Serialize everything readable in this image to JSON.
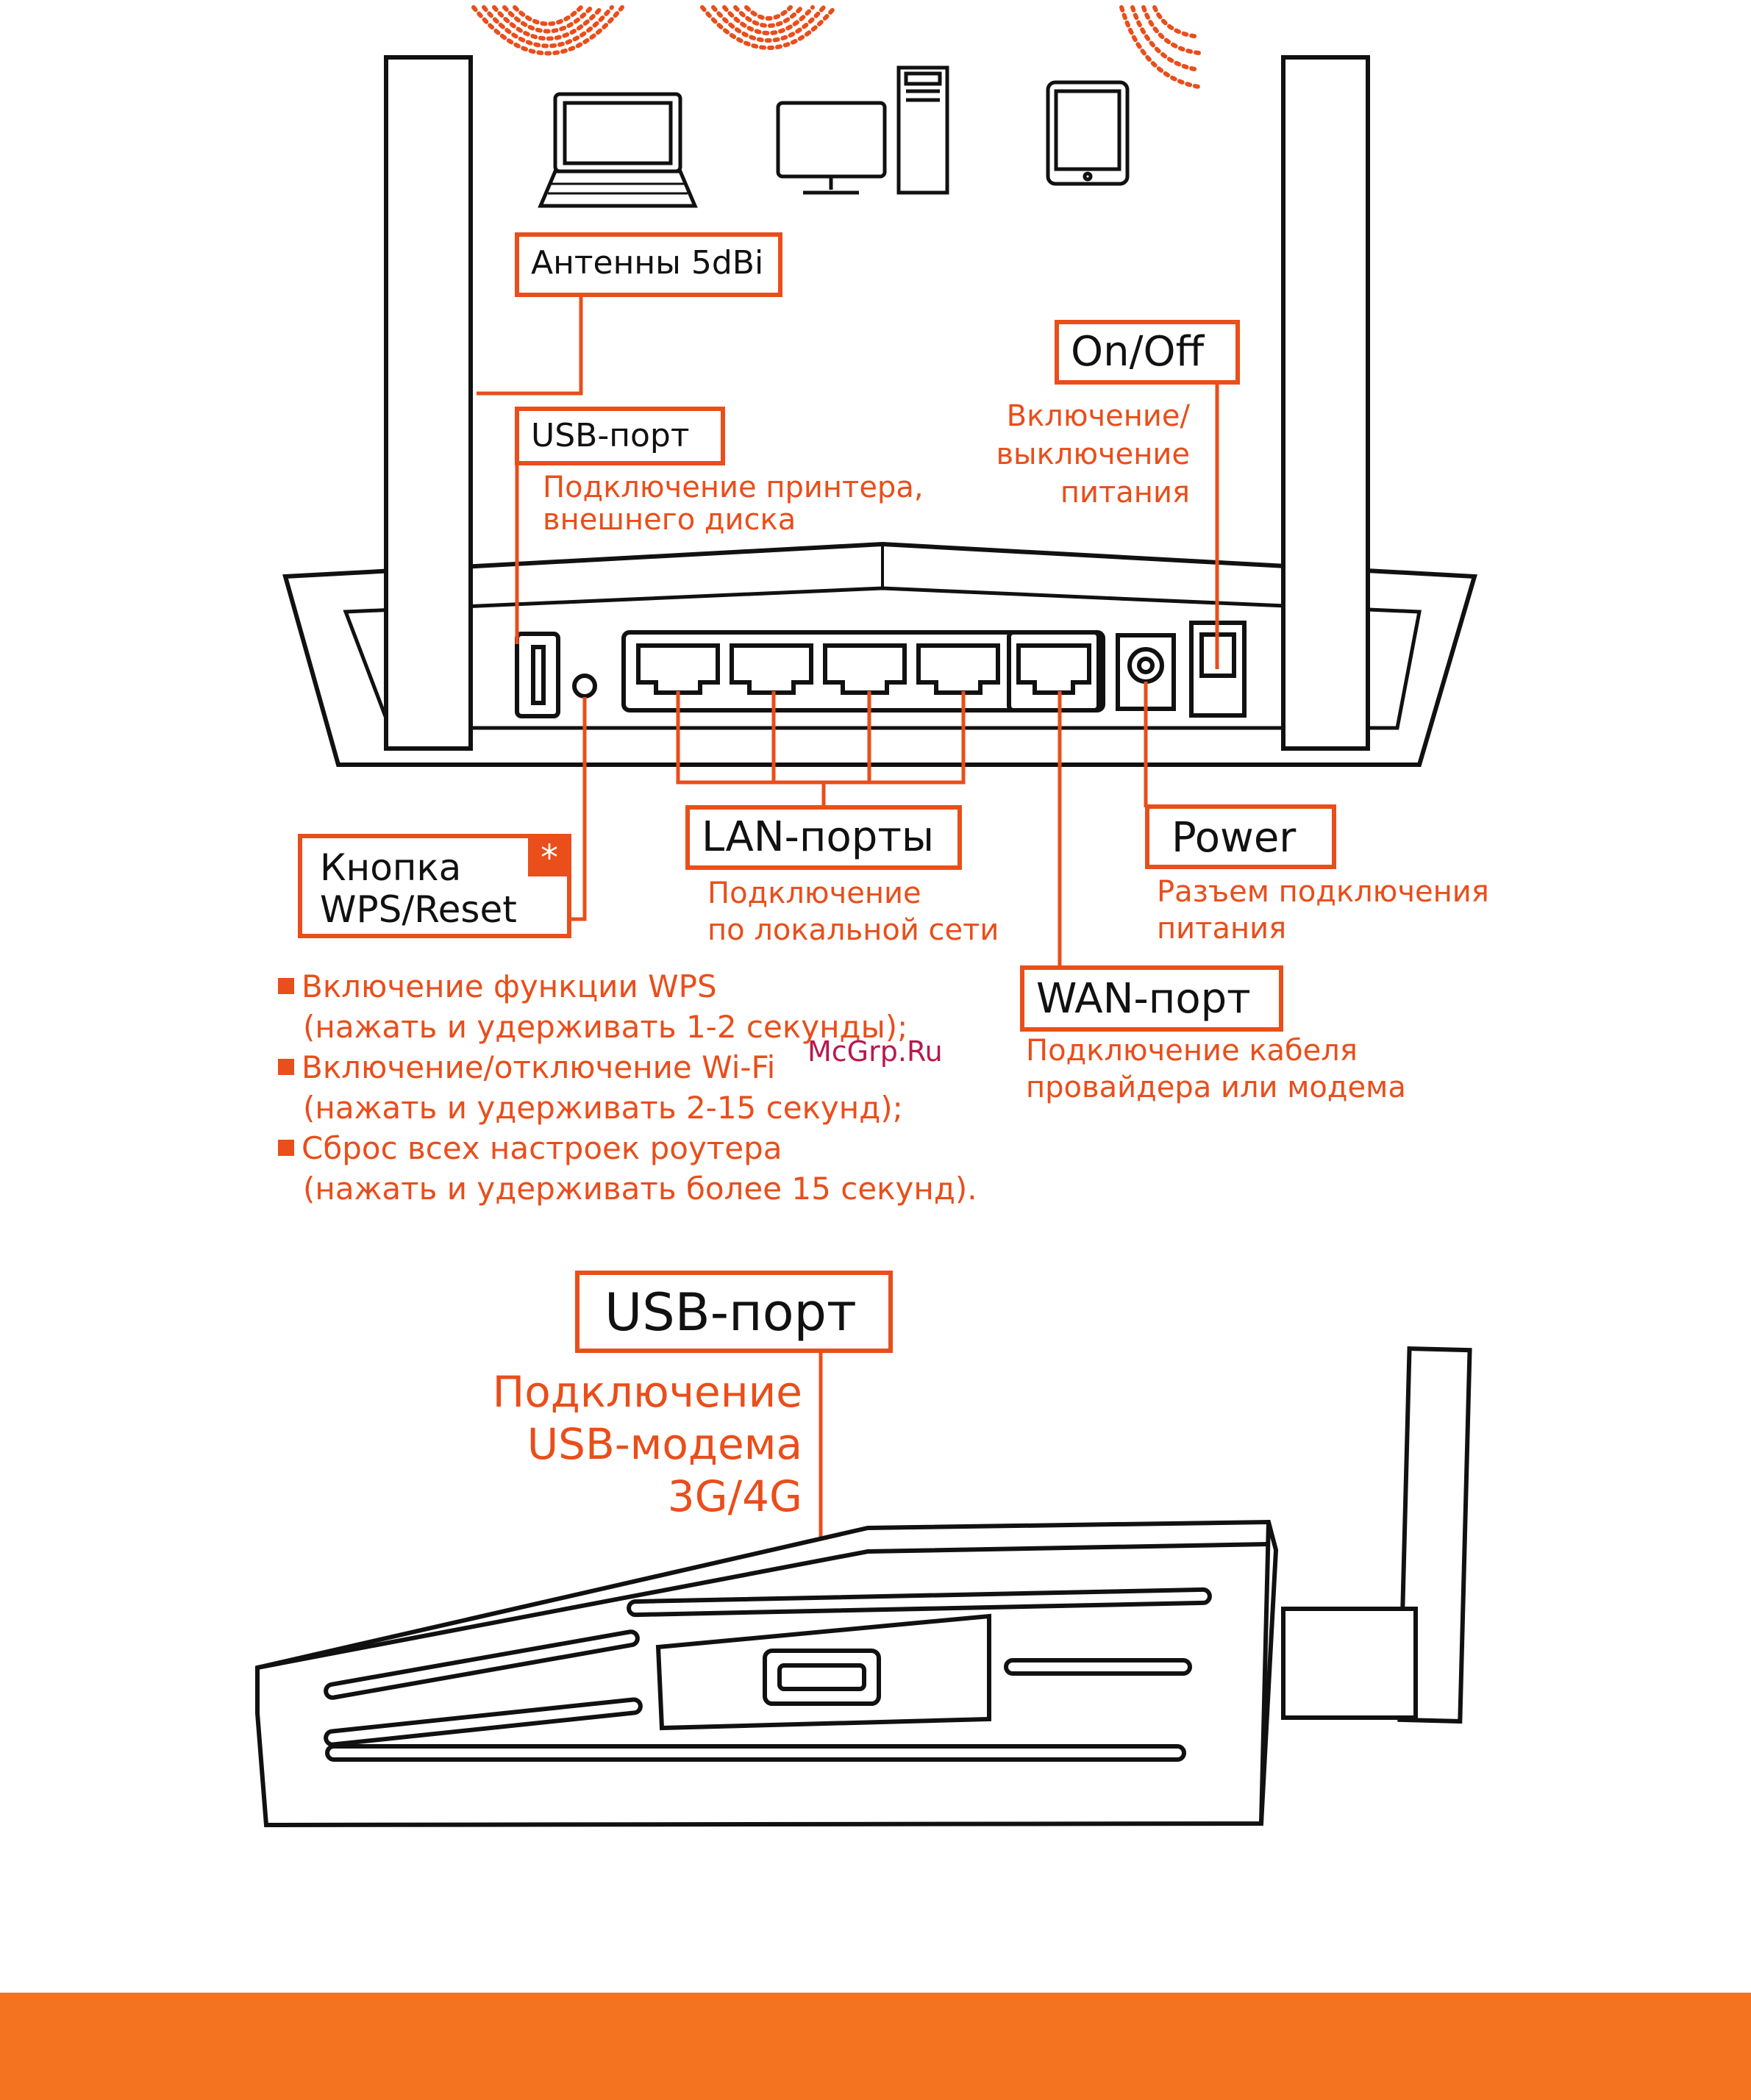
{
  "labels": {
    "antennas": "Антенны 5dBi",
    "usb_top": "USB-порт",
    "usb_top_desc": [
      "Подключение принтера,",
      "внешнего диска"
    ],
    "onoff": "On/Off",
    "onoff_desc": [
      "Включение/",
      "выключение",
      "питания"
    ],
    "wps_reset": [
      "Кнопка",
      "WPS/Reset"
    ],
    "wps_star": "*",
    "wps_items": [
      {
        "line1": "Включение функции WPS",
        "line2": "(нажать и удерживать 1-2 секунды);"
      },
      {
        "line1": "Включение/отключение Wi-Fi",
        "line2": "(нажать и удерживать 2-15 секунд);"
      },
      {
        "line1": "Сброс всех настроек роутера",
        "line2": "(нажать и удерживать более 15 секунд)."
      }
    ],
    "lan": "LAN-порты",
    "lan_desc": [
      "Подключение",
      "по локальной сети"
    ],
    "power": "Power",
    "power_desc": [
      "Разъем подключения",
      "питания"
    ],
    "wan": "WAN-порт",
    "wan_desc": [
      "Подключение кабеля",
      "провайдера или модема"
    ],
    "usb_side": "USB-порт",
    "usb_side_desc": [
      "Подключение",
      "USB-модема",
      "3G/4G"
    ]
  },
  "watermark": "McGrp.Ru",
  "colors": {
    "accent": "#e94e1b",
    "footer": "#f47321",
    "line": "#111111"
  }
}
